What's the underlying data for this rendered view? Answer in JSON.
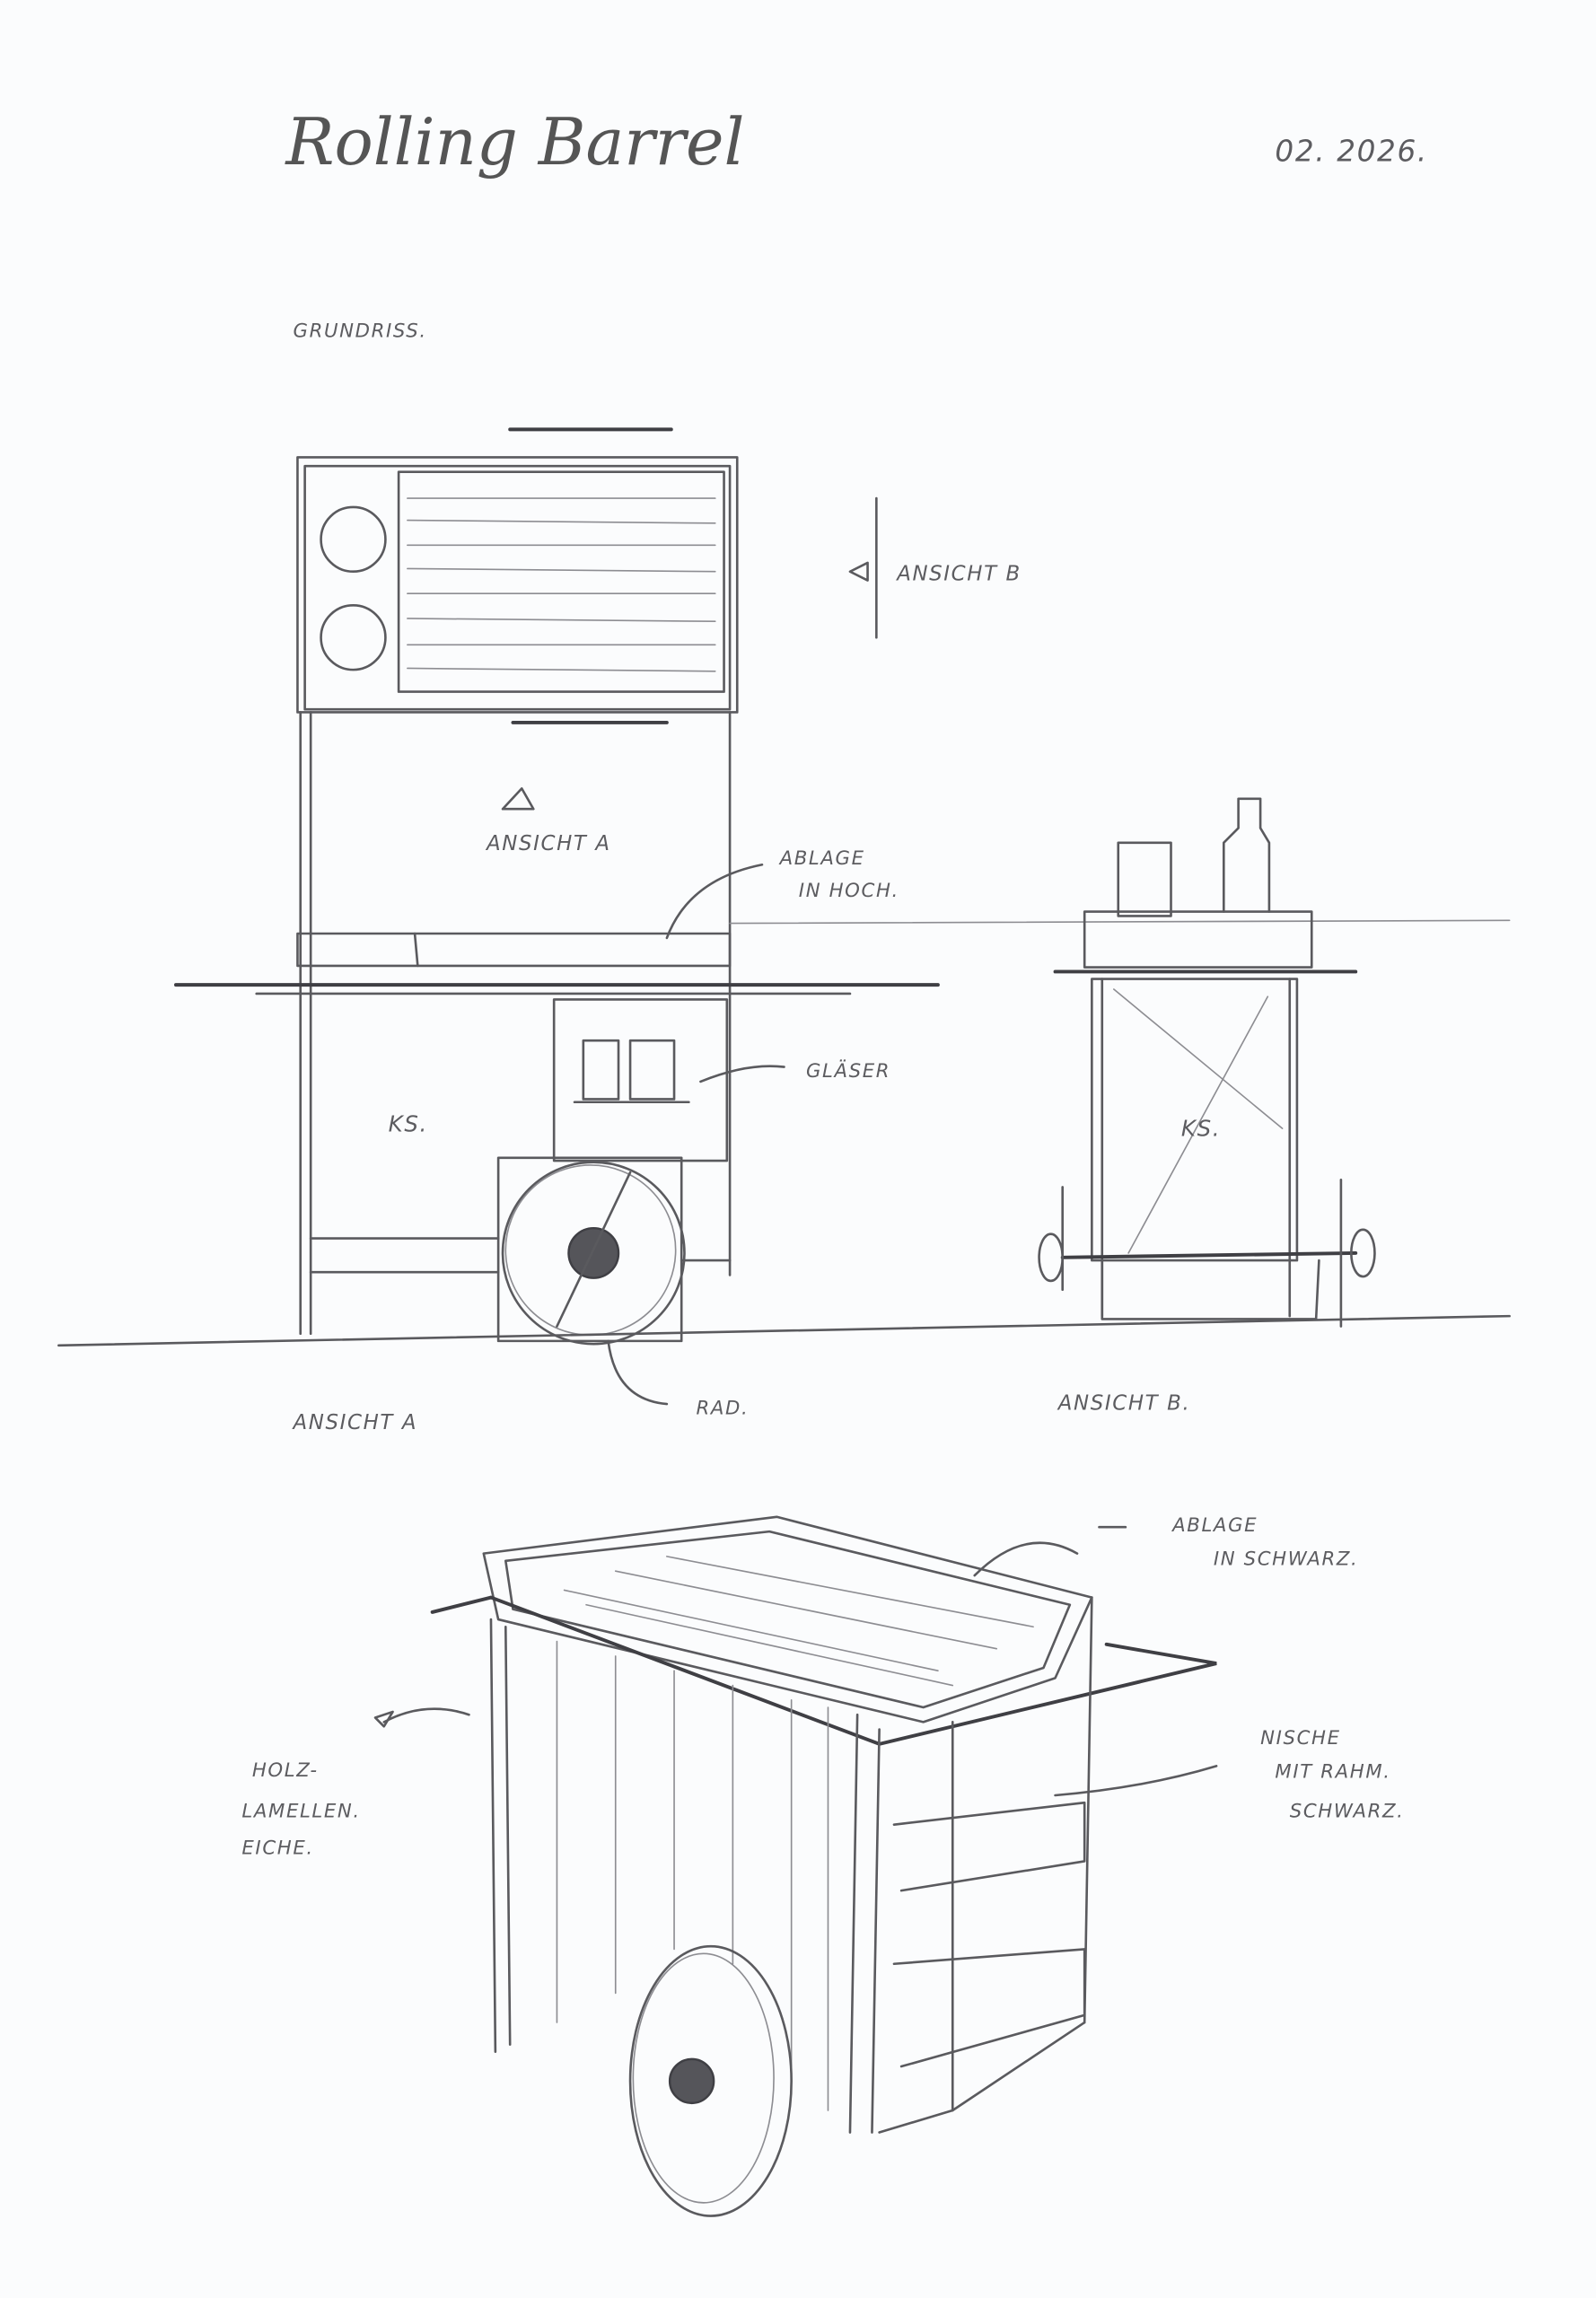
{
  "title": "Rolling Barrel",
  "date": "02. 2026.",
  "labels": {
    "grundriss": "GRUNDRISS.",
    "ansicht_b_arrow": "ANSICHT B",
    "ansicht_a_arrow": "ANSICHT A",
    "ablage_hoch_1": "ABLAGE",
    "ablage_hoch_2": "IN HOCH.",
    "glaeser": "GLÄSER",
    "ks_a": "KS.",
    "ks_b": "KS.",
    "rad": "RAD.",
    "caption_a": "ANSICHT A",
    "caption_b": "ANSICHT B.",
    "ablage_schwarz_1": "ABLAGE",
    "ablage_schwarz_2": "IN SCHWARZ.",
    "holz_1": "HOLZ-",
    "holz_2": "LAMELLEN.",
    "holz_3": "EICHE.",
    "nische_1": "NISCHE",
    "nische_2": "MIT RAHM.",
    "nische_3": "SCHWARZ."
  }
}
